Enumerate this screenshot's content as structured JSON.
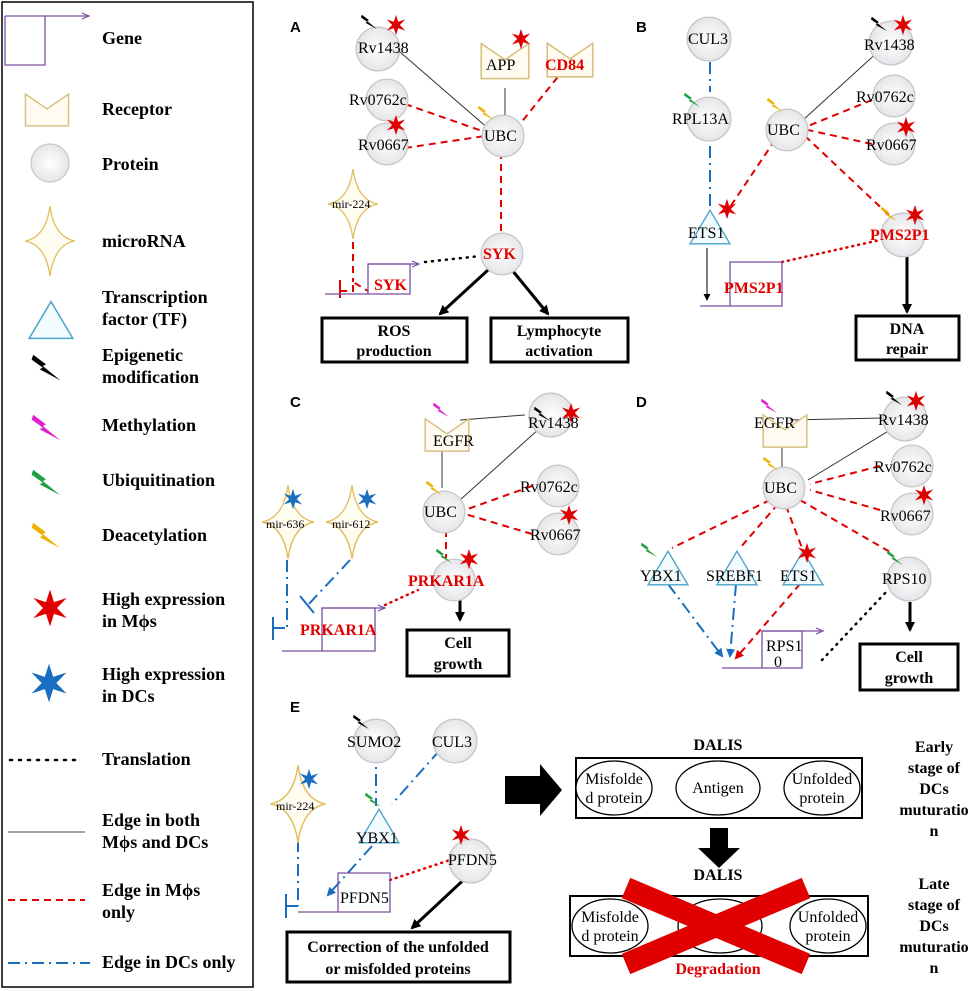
{
  "legend": {
    "gene": "Gene",
    "receptor": "Receptor",
    "protein": "Protein",
    "microrna": "microRNA",
    "tf_line1": "Transcription",
    "tf_line2": "factor (TF)",
    "epi_line1": "Epigenetic",
    "epi_line2": "modification",
    "methylation": "Methylation",
    "ubiquitination": "Ubiquitination",
    "deacetylation": "Deacetylation",
    "high_m_line1": "High expression",
    "high_m_line2": "in Mϕs",
    "high_dc_line1": "High expression",
    "high_dc_line2": "in DCs",
    "translation": "Translation",
    "both_line1": "Edge in both",
    "both_line2": "Mϕs and DCs",
    "m_only_line1": "Edge in Mϕs",
    "m_only_line2": "only",
    "dc_only": "Edge in DCs only"
  },
  "panels": {
    "a": "A",
    "b": "B",
    "c": "C",
    "d": "D",
    "e": "E"
  },
  "nodes": {
    "rv1438": "Rv1438",
    "rv0762c": "Rv0762c",
    "rv0667": "Rv0667",
    "app": "APP",
    "cd84": "CD84",
    "ubc": "UBC",
    "syk": "SYK",
    "mir224": "mir-224",
    "cul3": "CUL3",
    "rpl13a": "RPL13A",
    "ets1": "ETS1",
    "pms2p1": "PMS2P1",
    "egfr": "EGFR",
    "prkar1a": "PRKAR1A",
    "mir636": "mir-636",
    "mir612": "mir-612",
    "ybx1": "YBX1",
    "srebf1": "SREBF1",
    "rps10": "RPS10",
    "rps10_gene_l1": "RPS1",
    "rps10_gene_l2": "0",
    "sumo2": "SUMO2",
    "pfdn5": "PFDN5"
  },
  "outcomes": {
    "ros_l1": "ROS",
    "ros_l2": "production",
    "lymph_l1": "Lymphocyte",
    "lymph_l2": "activation",
    "dna_l1": "DNA",
    "dna_l2": "repair",
    "cell_l1": "Cell",
    "cell_l2": "growth",
    "correction_l1": "Correction of the unfolded",
    "correction_l2": "or misfolded proteins"
  },
  "dalis": {
    "title": "DALIS",
    "misfolded_l1": "Misfolde",
    "misfolded_l2": "d protein",
    "antigen": "Antigen",
    "unfolded_l1": "Unfolded",
    "unfolded_l2": "protein",
    "early_l1": "Early",
    "early_l2": "stage of",
    "early_l3": "DCs",
    "early_l4": "muturatio",
    "early_l5": "n",
    "late_l1": "Late",
    "late_l2": "stage of",
    "late_l3": "DCs",
    "late_l4": "muturatio",
    "late_l5": "n",
    "degradation": "Degradation"
  },
  "colors": {
    "red": "#e00000",
    "blue": "#1a6ec0",
    "protein_fill": "#eeeeee",
    "outline": "#d0c070",
    "gene": "#7b4fa0",
    "tf": "#4aa3c8",
    "epigenetic": "#000000",
    "methylation": "#e020d0",
    "ubiquitination": "#20a040",
    "deacetylation": "#f0b000"
  }
}
